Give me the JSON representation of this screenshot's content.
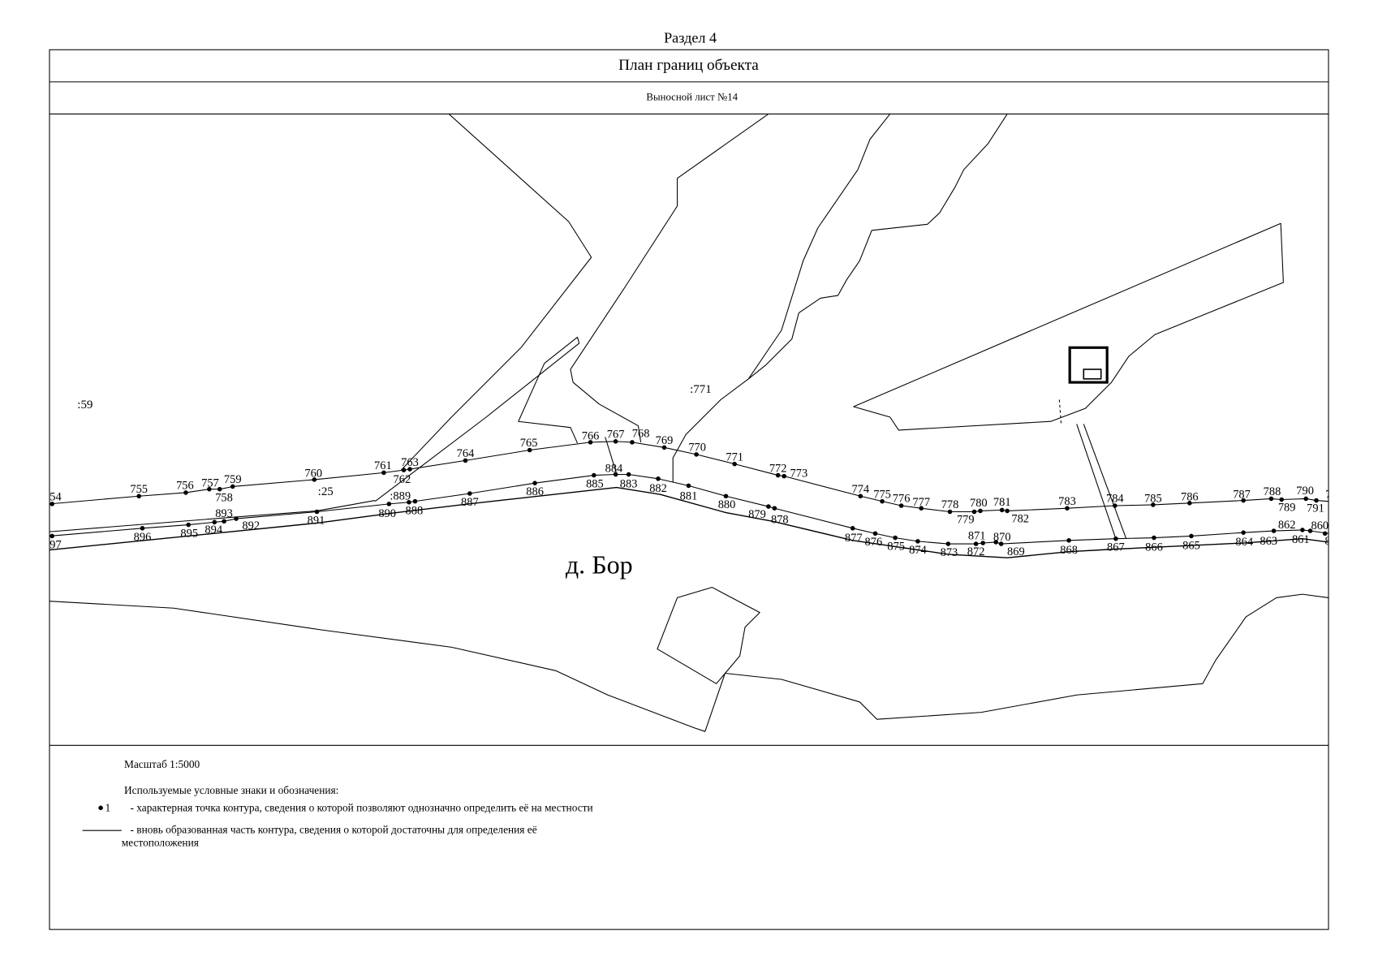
{
  "section_title": "Раздел 4",
  "header": {
    "title": "План границ объекта",
    "sheet": "Выносной лист №14"
  },
  "map": {
    "parcels": [
      ":59",
      ":25",
      ":771"
    ],
    "settlement": "д. Бор",
    "point_labels": [
      "54",
      "755",
      "756",
      "757",
      "759",
      "758",
      "760",
      "761",
      "763",
      "762",
      "764",
      "765",
      "766",
      "767",
      "768",
      "769",
      "770",
      "771",
      "772",
      "773",
      "774",
      "775",
      "776",
      "777",
      "778",
      "779",
      "780",
      "781",
      "782",
      "783",
      "784",
      "785",
      "786",
      "787",
      "788",
      "789",
      "790",
      "791",
      "7",
      "884",
      "885",
      "883",
      "882",
      "881",
      "880",
      "879",
      "878",
      "877",
      "876",
      "875",
      "874",
      "873",
      "872",
      "871",
      "870",
      "869",
      "868",
      "867",
      "866",
      "865",
      "864",
      "863",
      "862",
      "861",
      "860",
      "8",
      "886",
      "887",
      "888",
      ":889",
      "890",
      "891",
      "892",
      "893",
      "894",
      "895",
      "896",
      "97"
    ]
  },
  "legend": {
    "scale": "Масштаб 1:5000",
    "heading": "Используемые условные знаки и обозначения:",
    "point_symbol_label": "1",
    "point_desc": "- характерная точка контура, сведения о которой позволяют однозначно определить её на местности",
    "line_desc_1": "- вновь образованная часть контура, сведения о которой достаточны для определения её",
    "line_desc_2": "местоположения"
  }
}
